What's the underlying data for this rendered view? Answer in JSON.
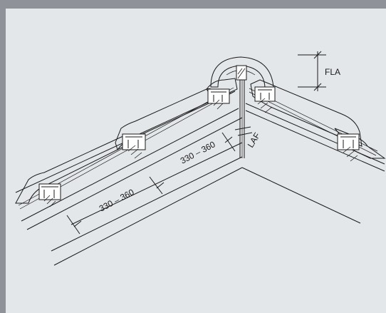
{
  "diagram": {
    "dimensions": [
      {
        "id": "lower",
        "text": "330 – 360"
      },
      {
        "id": "upper",
        "text": "330 – 360"
      }
    ],
    "labels": {
      "laf": "LAF",
      "fla": "FLA"
    }
  }
}
